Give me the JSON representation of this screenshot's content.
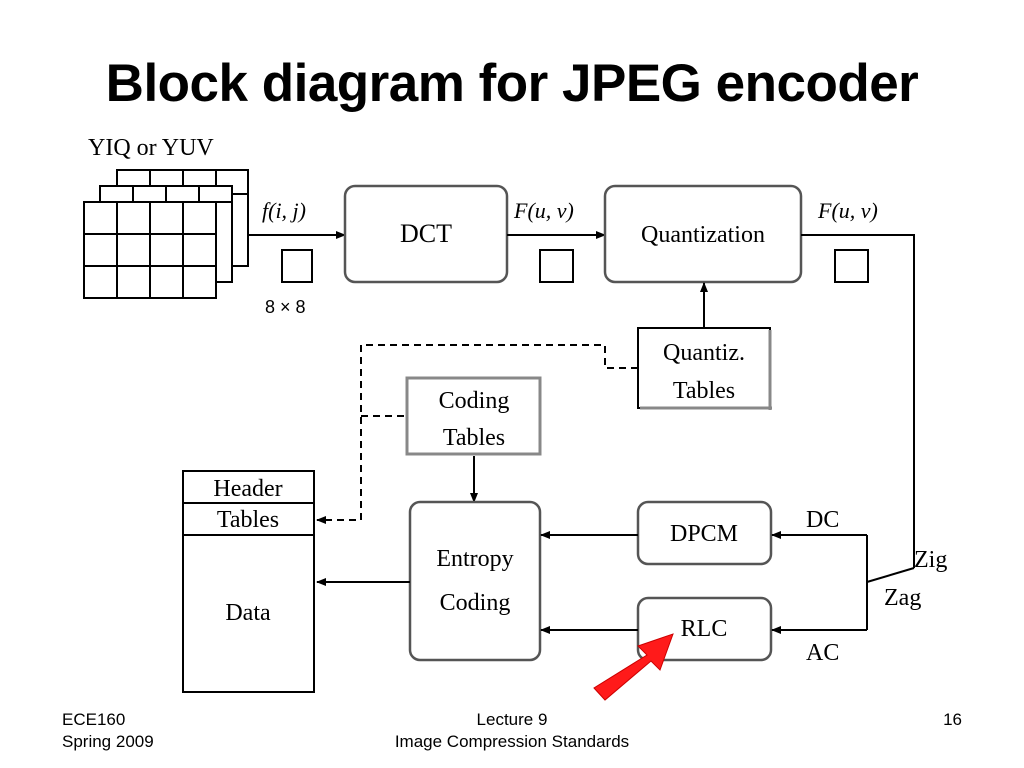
{
  "slide": {
    "title": "Block diagram for JPEG encoder",
    "page_number": "16"
  },
  "diagram": {
    "input_label": "YIQ or YUV",
    "block_size_label": "8 × 8",
    "signal_labels": {
      "spatial": "f(i, j)",
      "dct_out": "F(u, v)",
      "quant_out": "F(u, v)"
    },
    "blocks": {
      "dct": "DCT",
      "quantization": "Quantization",
      "quantiz_tables_line1": "Quantiz.",
      "quantiz_tables_line2": "Tables",
      "coding_tables_line1": "Coding",
      "coding_tables_line2": "Tables",
      "dpcm": "DPCM",
      "rlc": "RLC",
      "entropy_line1": "Entropy",
      "entropy_line2": "Coding"
    },
    "output_stream": {
      "header": "Header",
      "tables": "Tables",
      "data": "Data"
    },
    "branch_labels": {
      "dc": "DC",
      "ac": "AC",
      "zig": "Zig",
      "zag": "Zag"
    },
    "highlight_arrow_color": "#ff1a1a"
  },
  "footer": {
    "course": "ECE160",
    "term": "Spring 2009",
    "lecture": "Lecture 9",
    "topic": "Image Compression Standards"
  }
}
